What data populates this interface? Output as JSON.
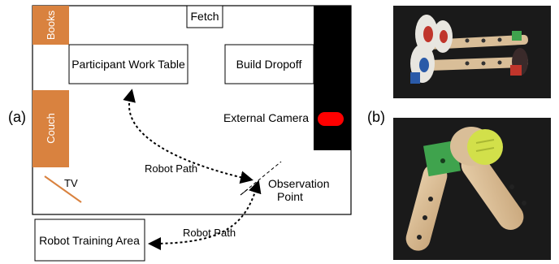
{
  "panels": {
    "a": "(a)",
    "b": "(b)"
  },
  "floorplan": {
    "books": "Books",
    "couch": "Couch",
    "tv": "TV",
    "fetch": "Fetch",
    "work_table": "Participant Work Table",
    "build_dropoff": "Build Dropoff",
    "external_camera": "External Camera",
    "robot_path_1": "Robot Path",
    "robot_path_2": "Robot Path",
    "observation_point_line1": "Observation",
    "observation_point_line2": "Point",
    "robot_training_area": "Robot Training Area"
  },
  "colors": {
    "furniture": "#D9823F",
    "wall": "#000000",
    "camera": "#FF0000",
    "tv_line": "#D9823F",
    "photo_bg": "#1a1a1a",
    "wheel_red": "#C0352B",
    "wheel_blue": "#2A5AA8",
    "wheel_white": "#E8E6E0",
    "wood": "#D9BE98",
    "block_green": "#3FA34D",
    "knob_yellow": "#D2E04A"
  },
  "photos": {
    "top": "photo-wheels-assembly",
    "bottom": "photo-bent-arm-assembly"
  }
}
